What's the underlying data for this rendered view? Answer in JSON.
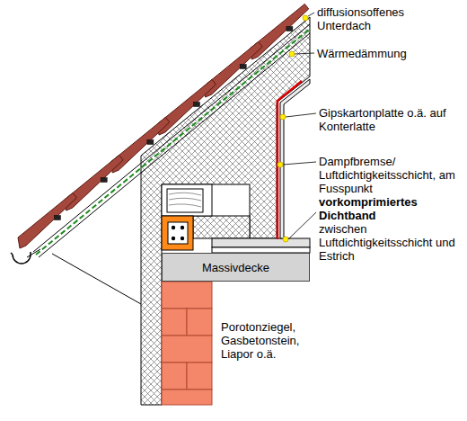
{
  "diagram": {
    "nodes": [
      {
        "text": [
          "Massivdecke"
        ]
      }
    ],
    "labels": [
      "diffusionsoffenes Unterdach",
      "Wärmedämmung",
      "Gipskartonplatte o.ä. auf Konterlatte",
      "Dampfbremse/ Luftdichtigkeitsschicht, am Fusspunkt",
      "vorkomprimiertes Dichtband",
      "zwischen Luftdichtigkeitsschicht und Estrich",
      "Porotonziegel, Gasbetonstein, Liapor o.ä."
    ]
  }
}
